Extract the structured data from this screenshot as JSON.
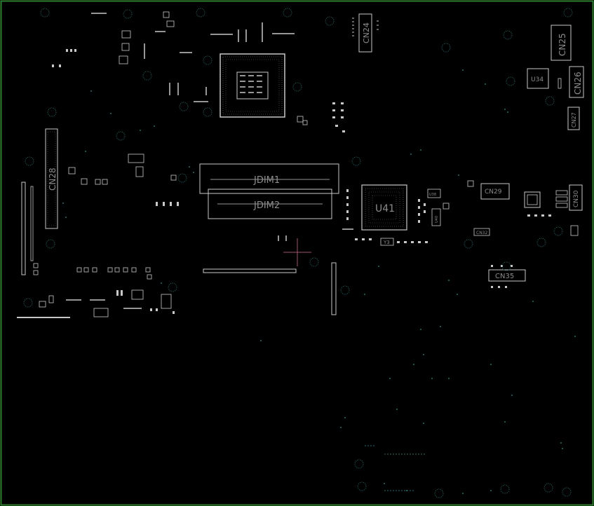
{
  "board": {
    "outline_color": "#2f7d2f",
    "trace_color": "#c8c8c8",
    "label_color": "#8c8c8c",
    "via_color": "#2e6b6b",
    "cursor_color": "#a0566a"
  },
  "labels": {
    "cn24": "CN24",
    "cn25": "CN25",
    "cn26": "CN26",
    "cn27": "CN27",
    "u34": "U34",
    "cn28": "CN28",
    "jdim1": "JDIM1",
    "jdim2": "JDIM2",
    "u41": "U41",
    "cn29": "CN29",
    "cn30": "CN30",
    "cn35": "CN35",
    "u38": "U38",
    "u40": "U40",
    "y3": "Y3",
    "cn32": "CN32"
  }
}
